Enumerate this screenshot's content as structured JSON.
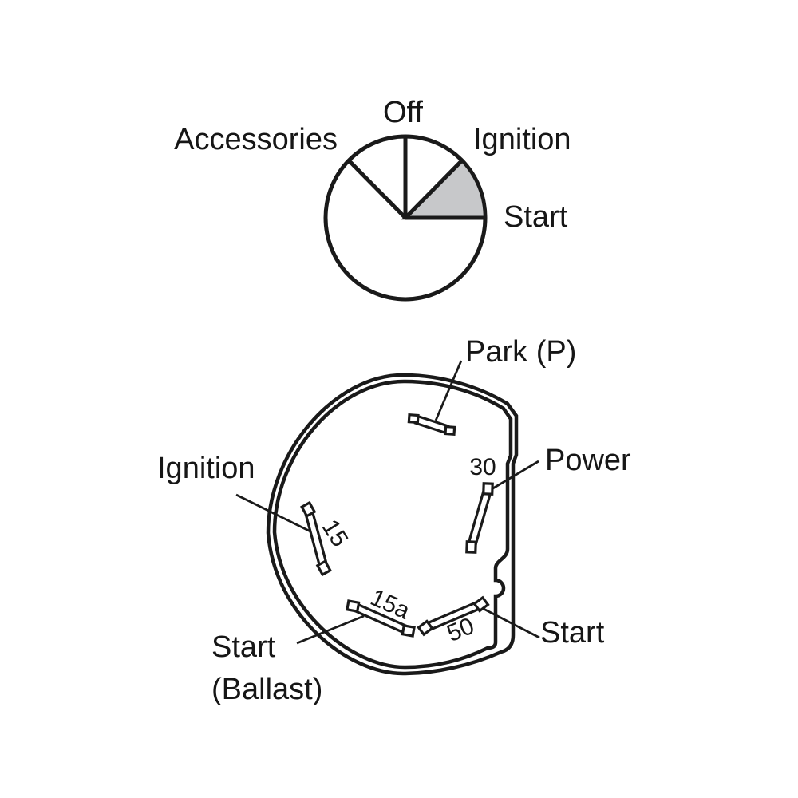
{
  "figure": {
    "title_semantic": "ignition switch position dial and rear connector view",
    "ink_color": "#1a1a1a",
    "background_color": "#ffffff"
  },
  "top_diagram": {
    "type": "switch-position-dial",
    "positions": [
      "Off",
      "Accessories",
      "Ignition",
      "Start"
    ],
    "position_angles_deg": {
      "off": 90,
      "accessories": 135,
      "ignition": 45,
      "start": 0
    },
    "shaded_sector": {
      "between": [
        "Start",
        "Ignition"
      ],
      "from_deg": 0,
      "to_deg": 45,
      "color": "#c7c8ca"
    }
  },
  "bottom_diagram": {
    "type": "connector-rear-view",
    "terminals": [
      {
        "number": "",
        "label": "Park (P)"
      },
      {
        "number": "30",
        "label": "Power"
      },
      {
        "number": "15",
        "label": "Ignition"
      },
      {
        "number": "15a",
        "label_line1": "Start",
        "label_line2": "(Ballast)"
      },
      {
        "number": "50",
        "label": "Start"
      }
    ]
  }
}
